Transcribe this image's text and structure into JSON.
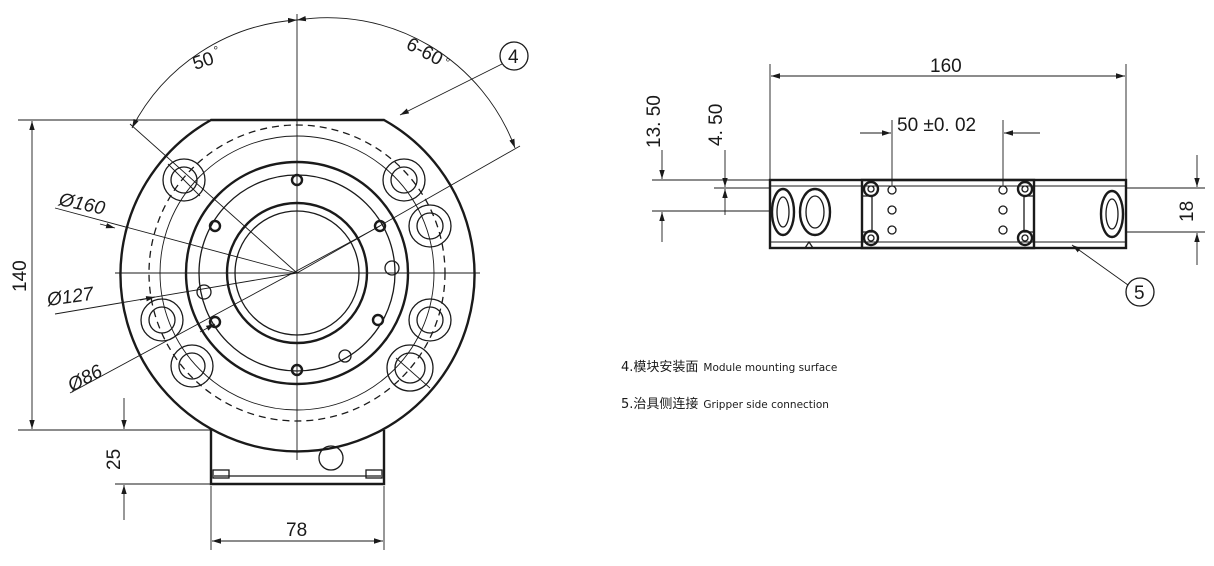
{
  "dimensions": {
    "angle_50": "50",
    "angle_6x60": "6-60",
    "degree_mark": "°",
    "dia_160": "Ø160",
    "dia_127": "Ø127",
    "dia_86": "Ø86",
    "height_140": "140",
    "height_25": "25",
    "width_78": "78",
    "width_160": "160",
    "spacing_50": "50 ±0. 02",
    "h_13_50": "13. 50",
    "h_4_50": "4. 50",
    "h_18": "18"
  },
  "callouts": {
    "c4": "4",
    "c5": "5"
  },
  "notes": [
    {
      "zh": "4.模块安装面",
      "en": "Module mounting surface"
    },
    {
      "zh": "5.治具侧连接",
      "en": "Gripper side connection"
    }
  ]
}
